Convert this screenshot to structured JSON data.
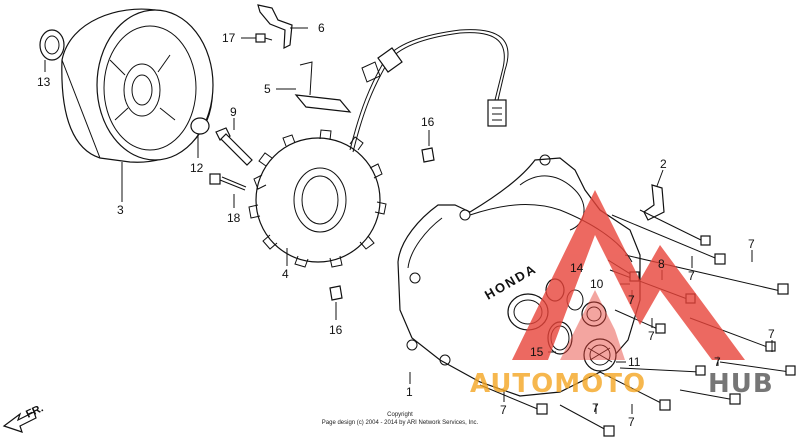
{
  "callouts": {
    "c1": "1",
    "c2": "2",
    "c3": "3",
    "c4": "4",
    "c5": "5",
    "c6": "6",
    "c7": "7",
    "c8": "8",
    "c9": "9",
    "c10": "10",
    "c11": "11",
    "c12": "12",
    "c13": "13",
    "c14": "14",
    "c15": "15",
    "c16": "16",
    "c17": "17",
    "c18": "18"
  },
  "cover_logo": "HONDA",
  "direction_label": "FR.",
  "copyright": {
    "line1": "Copyright",
    "line2": "Page design (c) 2004 - 2014 by ARI Network Services, Inc."
  },
  "watermark": {
    "text_orange": "AUTOMOTO",
    "text_dark": "HUB",
    "colors": {
      "red": "#e8443a",
      "orange": "#f5a623",
      "dark": "#555555"
    }
  }
}
